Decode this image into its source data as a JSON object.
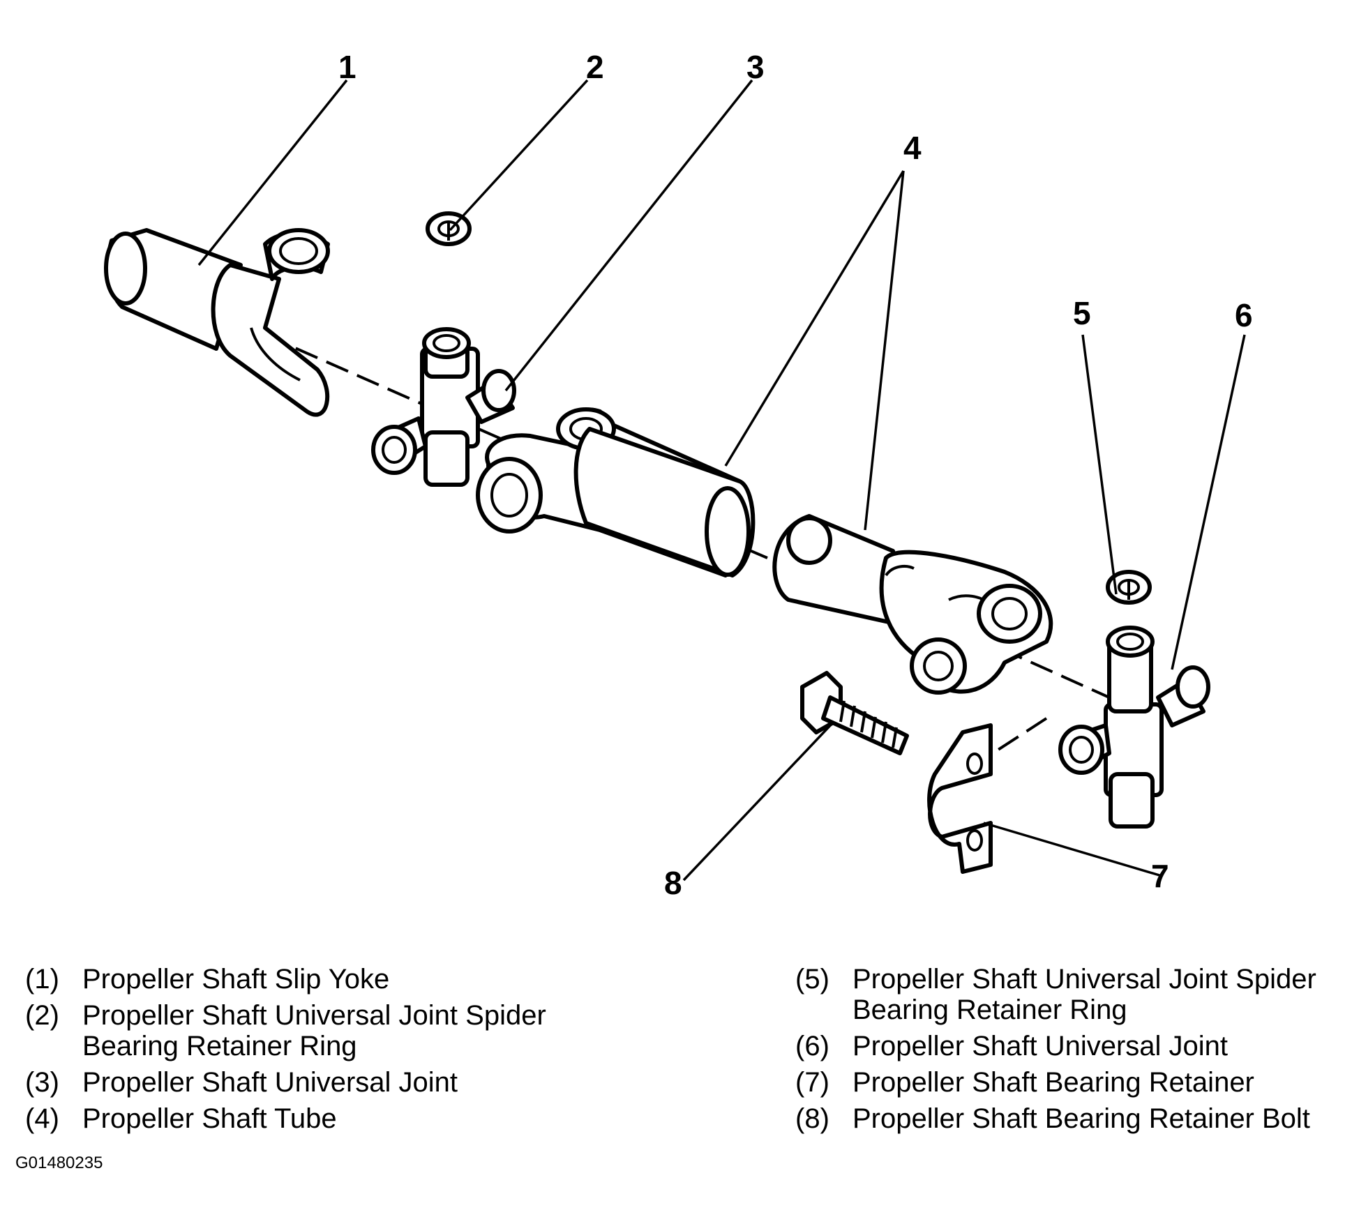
{
  "callouts": [
    "1",
    "2",
    "3",
    "4",
    "5",
    "6",
    "7",
    "8"
  ],
  "legend": {
    "left": [
      {
        "num": "(1)",
        "text": "Propeller Shaft Slip Yoke"
      },
      {
        "num": "(2)",
        "text": "Propeller Shaft Universal Joint Spider\nBearing Retainer Ring"
      },
      {
        "num": "(3)",
        "text": "Propeller Shaft Universal Joint"
      },
      {
        "num": "(4)",
        "text": "Propeller Shaft Tube"
      }
    ],
    "right": [
      {
        "num": "(5)",
        "text": "Propeller Shaft Universal Joint Spider\nBearing Retainer Ring"
      },
      {
        "num": "(6)",
        "text": "Propeller Shaft Universal Joint"
      },
      {
        "num": "(7)",
        "text": "Propeller Shaft Bearing Retainer"
      },
      {
        "num": "(8)",
        "text": "Propeller Shaft Bearing Retainer Bolt"
      }
    ]
  },
  "figure_id": "G01480235"
}
